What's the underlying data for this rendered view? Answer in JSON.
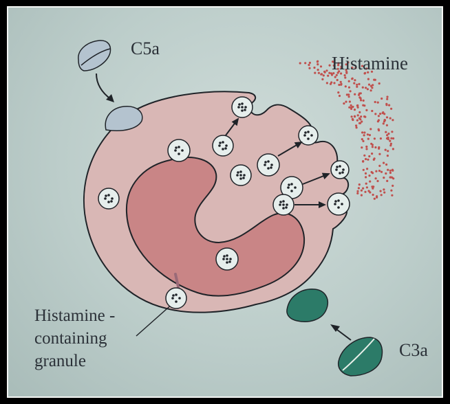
{
  "labels": {
    "c5a": "C5a",
    "histamine": "Histamine",
    "c3a": "C3a",
    "granule_line1": "Histamine -",
    "granule_line2": "containing",
    "granule_line3": "granule"
  },
  "colors": {
    "background": "#c3d3d0",
    "cell_body": "#d9b7b5",
    "nucleus": "#c98586",
    "c5a": "#b4c3cf",
    "c3a": "#2c7b68",
    "histamine_dots": "#c0504d",
    "granule": "#e6eeec",
    "outline": "#1f2328"
  }
}
